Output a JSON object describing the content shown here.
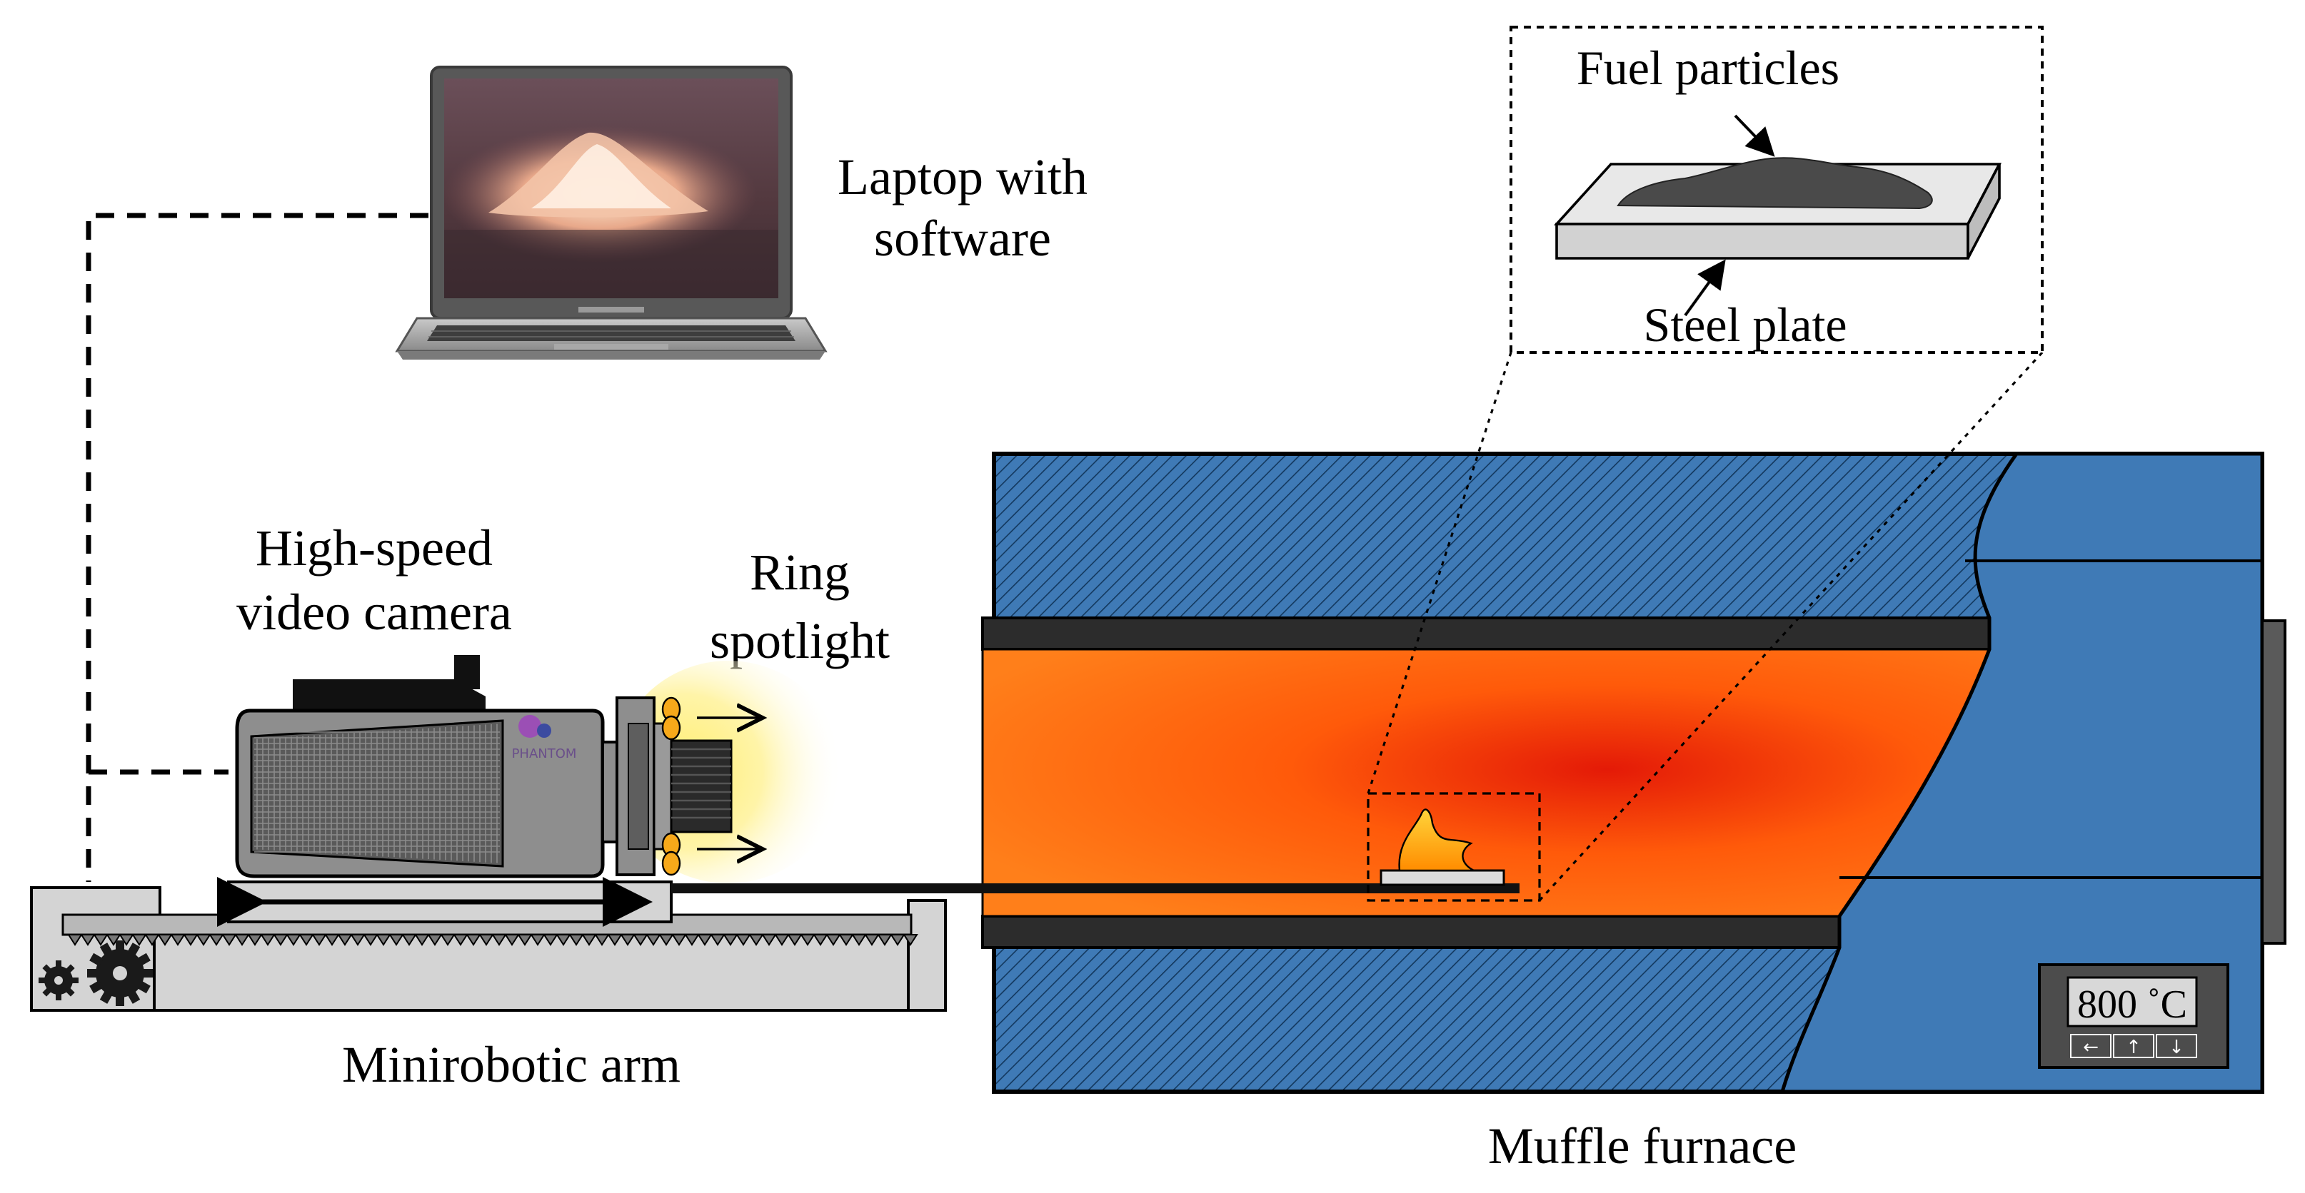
{
  "labels": {
    "laptop_line1": "Laptop with",
    "laptop_line2": "software",
    "camera_line1": "High-speed",
    "camera_line2": "video camera",
    "spot_line1": "Ring",
    "spot_line2": "spotlight",
    "arm": "Minirobotic arm",
    "furnace": "Muffle furnace",
    "fuel": "Fuel particles",
    "plate": "Steel plate"
  },
  "furnace_panel": {
    "display": "800 ˚C",
    "buttons": [
      "←",
      "↑",
      "↓"
    ]
  },
  "camera_brand": "PHANTOM",
  "colors": {
    "furnace_blue": "#3f7ab6",
    "chamber_orange": "#ff6a0d",
    "chamber_hot": "#e41a07",
    "camera_gray": "#8e8e8e",
    "rail_gray": "#d4d4d4",
    "particles": "#4a4a4a"
  },
  "icons": [
    "laptop-icon",
    "camera-icon",
    "gear-icon",
    "flame-icon",
    "arrow-icon"
  ]
}
